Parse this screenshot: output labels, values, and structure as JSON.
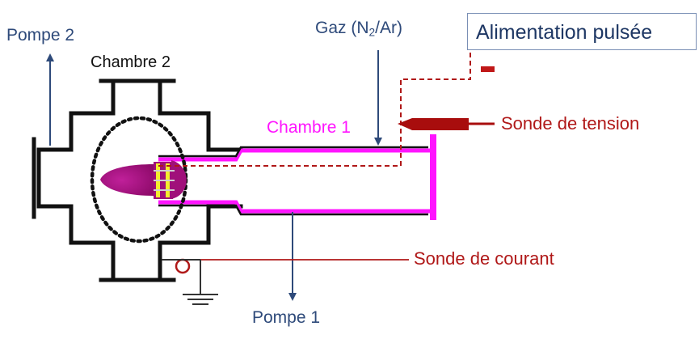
{
  "labels": {
    "pompe2": "Pompe 2",
    "chambre2": "Chambre 2",
    "gaz_prefix": "Gaz (N",
    "gaz_sub": "2",
    "gaz_suffix": "/Ar)",
    "alimentation": "Alimentation pulsée",
    "polarity": "−",
    "chambre1": "Chambre 1",
    "sonde_tension": "Sonde de tension",
    "sonde_courant": "Sonde de courant",
    "pompe1": "Pompe 1"
  },
  "colors": {
    "chamber_line": "#111111",
    "tube": "#ff14ff",
    "probe_red": "#b01818",
    "arrow_navy": "#2e4a7a",
    "plasma": "#a0107a",
    "electrode_yellow": "#f2ee2e"
  }
}
